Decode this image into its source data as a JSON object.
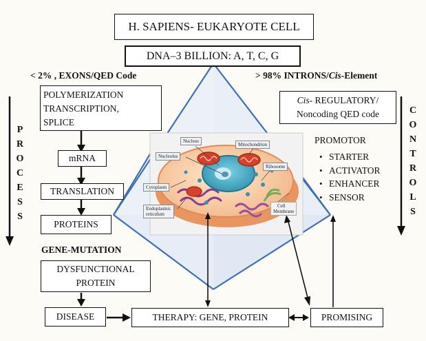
{
  "title": "H. SAPIENS- EUKARYOTE CELL",
  "dna": "DNA–3 BILLION: A, T, C, G",
  "left_header": "< 2% , EXONS/QED Code",
  "right_header_prefix": "> 98% INTRONS/",
  "right_header_italic": "Cis",
  "right_header_suffix": "-Element",
  "process_letters": [
    "P",
    "R",
    "O",
    "C",
    "E",
    "S",
    "S"
  ],
  "controls_letters": [
    "C",
    "O",
    "N",
    "T",
    "R",
    "O",
    "L",
    "S"
  ],
  "polymerization_lines": [
    "POLYMERIZATION",
    "TRANSCRIPTION,",
    "SPLICE"
  ],
  "mrna": "mRNA",
  "translation": "TRANSLATION",
  "proteins": "PROTEINS",
  "gene_mutation": "GENE-MUTATION",
  "dysfunctional_lines": [
    "DYSFUNCTIONAL",
    "PROTEIN"
  ],
  "disease": "DISEASE",
  "therapy": "THERAPY: GENE, PROTEIN",
  "promising": "PROMISING",
  "cis_box_italic": "Cis",
  "cis_box_line1_rest": "- REGULATORY/",
  "cis_box_line2": "Noncoding QED code",
  "promotor": "PROMOTOR",
  "promotor_items": [
    "STARTER",
    "ACTIVATOR",
    "ENHANCER",
    "SENSOR"
  ],
  "cell_labels": {
    "nucleus": "Nucleus",
    "nucleolus": "Nucleolus",
    "mitochondrion": "Mitochondrion",
    "ribosome": "Ribosome",
    "cytoplasm": "Cytoplasm",
    "er_line1": "Endoplasmic",
    "er_line2": "reticulum",
    "membrane_line1": "Cell",
    "membrane_line2": "Membrane"
  },
  "colors": {
    "pyramid": "#3d6fb6",
    "pyramid_fill": "#e9eff7",
    "cell_outer": "#f0a878",
    "cell_inner": "#fbd8b0",
    "nucleus": "#55b8c8",
    "mitochondria": "#d8402a"
  }
}
